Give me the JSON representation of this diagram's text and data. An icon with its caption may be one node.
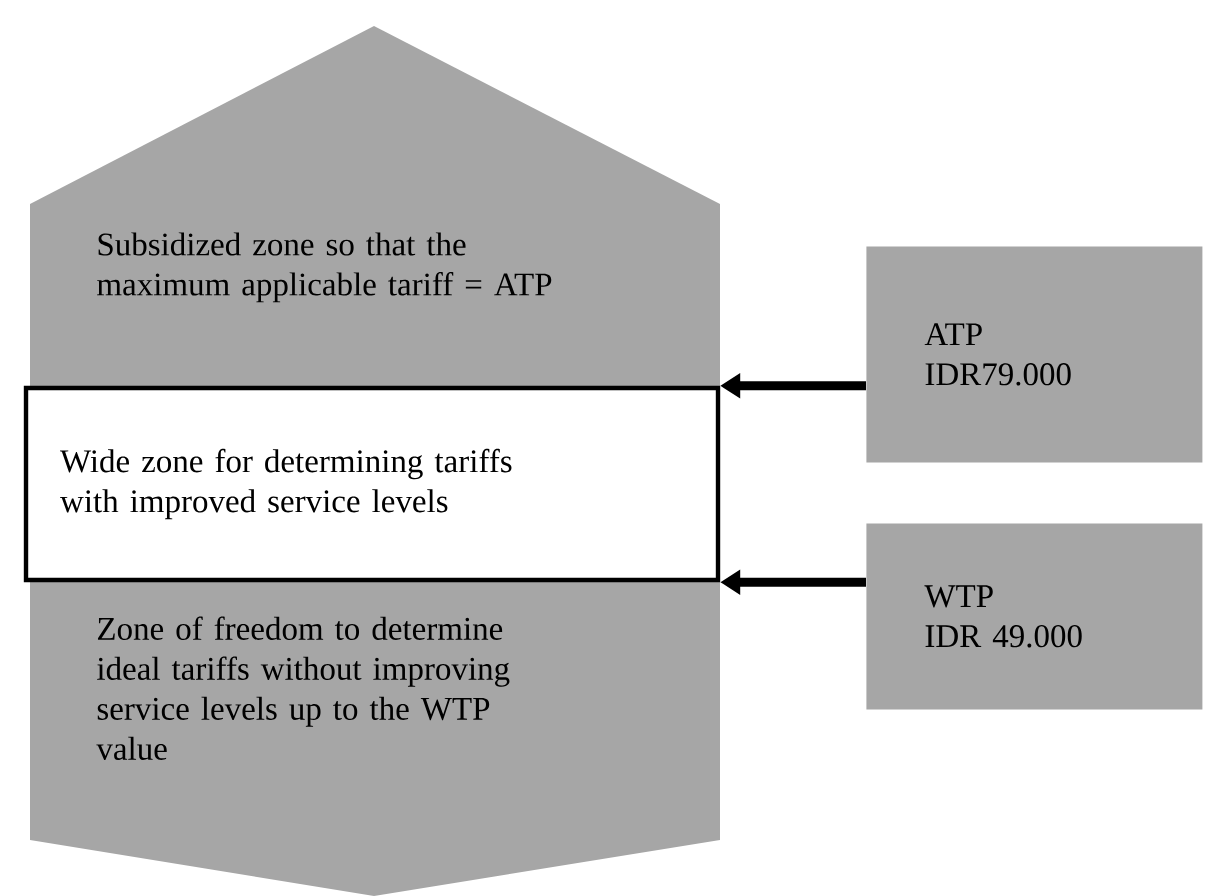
{
  "diagram": {
    "nodes": [
      {
        "text": [
          "Subsidized zone so that the maximum applicable tariff = ATP",
          "Zone of freedom to determine ideal tariffs without improving service levels up to the WTP value"
        ]
      },
      {
        "text": [
          "Wide zone for determining tariffs with improved service levels"
        ],
        "in": 0
      },
      {
        "text": [
          "ATP IDR79.000"
        ]
      },
      {
        "text": [
          "WTP IDR 49.000"
        ]
      }
    ],
    "edges": [
      {
        "from": 2,
        "to": 1,
        "arrow": "to"
      },
      {
        "from": 3,
        "to": 1,
        "arrow": "to"
      }
    ]
  }
}
